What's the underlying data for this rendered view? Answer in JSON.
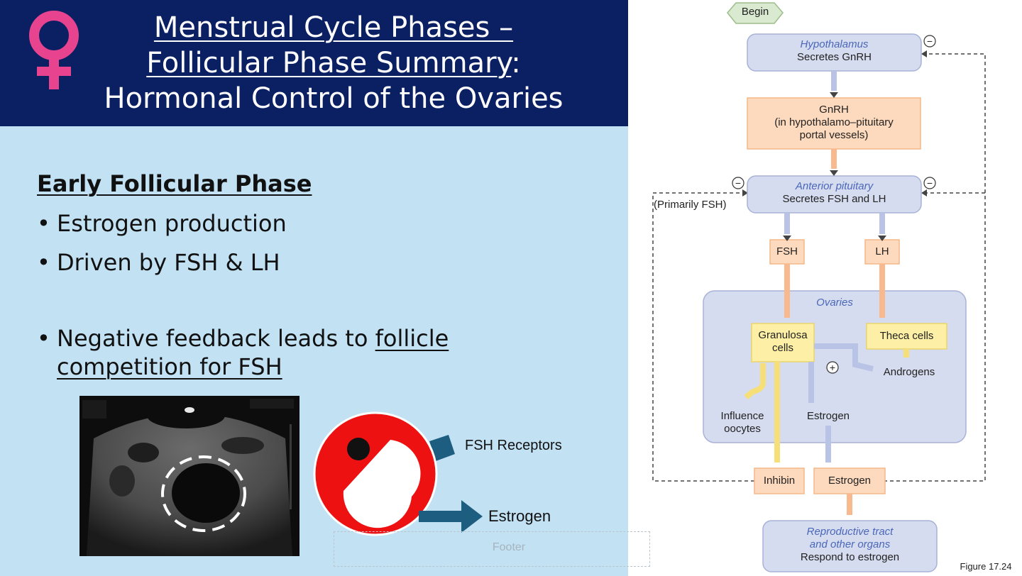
{
  "title": {
    "line1": "Menstrual Cycle Phases –",
    "line2a": "Follicular Phase Summary",
    "line2b": ":",
    "line3": "Hormonal Control of the Ovaries"
  },
  "content": {
    "heading": "Early Follicular Phase",
    "bullet_glyph": "•",
    "bullets": [
      "Estrogen production",
      "Driven by FSH & LH"
    ],
    "bullet3_pre": "Negative feedback leads to ",
    "bullet3_u1": "follicle",
    "bullet3_u2": "competition for FSH"
  },
  "follicle_diagram": {
    "receptor_label": "FSH Receptors",
    "estrogen_label": "Estrogen"
  },
  "footer": "Footer",
  "flowchart": {
    "begin": "Begin",
    "hypothalamus_title": "Hypothalamus",
    "hypothalamus_sub": "Secretes GnRH",
    "gnrh_line1": "GnRH",
    "gnrh_line2": "(in hypothalamo–pituitary",
    "gnrh_line3": "portal vessels)",
    "ant_pit_title": "Anterior pituitary",
    "ant_pit_sub": "Secretes FSH and LH",
    "primarily_fsh": "(Primarily FSH)",
    "fsh": "FSH",
    "lh": "LH",
    "ovaries": "Ovaries",
    "granulosa_line1": "Granulosa",
    "granulosa_line2": "cells",
    "theca": "Theca cells",
    "androgens": "Androgens",
    "influence_line1": "Influence",
    "influence_line2": "oocytes",
    "estrogen_inner": "Estrogen",
    "inhibin": "Inhibin",
    "estrogen_out": "Estrogen",
    "repro_line1": "Reproductive tract",
    "repro_line2": "and other organs",
    "repro_sub": "Respond to estrogen",
    "figure": "Figure 17.24",
    "minus": "−",
    "plus": "+"
  },
  "colors": {
    "title_bg": "#0b1f63",
    "panel_bg": "#c2e2f4",
    "venus_pink": "#e8438f",
    "follicle_red": "#ee1111",
    "arrow_teal": "#1d5e80",
    "box_blue": "#d6dcef",
    "box_orange": "#fdd9bd",
    "box_yellow": "#fdf0a6"
  }
}
